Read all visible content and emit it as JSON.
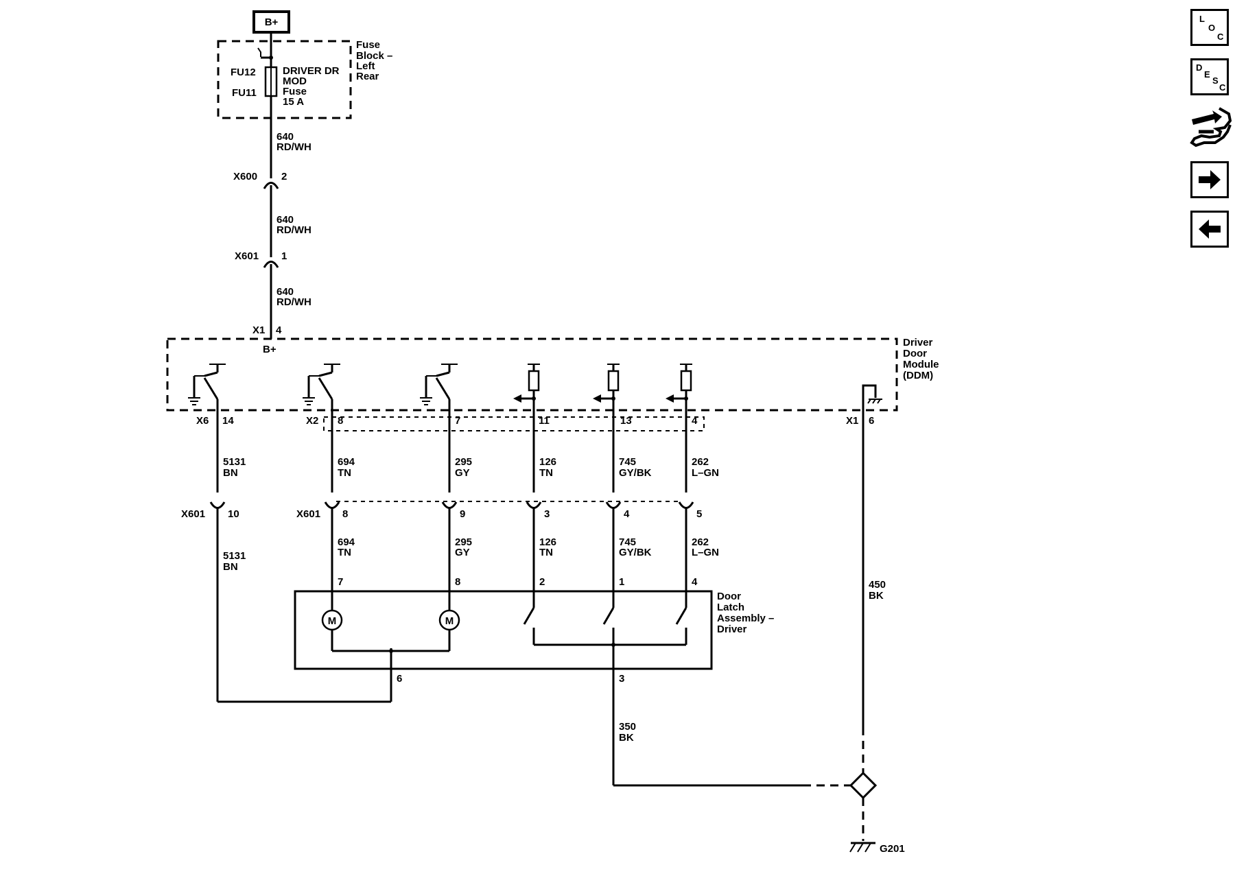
{
  "power": {
    "source": "B+"
  },
  "fuse_block": {
    "label_lines": [
      "Fuse",
      "Block –",
      "Left",
      "Rear"
    ],
    "fuse_ids": [
      "FU12",
      "FU11"
    ],
    "fuse_desc_lines": [
      "DRIVER DR",
      "MOD",
      "Fuse",
      "15 A"
    ]
  },
  "wires": {
    "feed_1": [
      "640",
      "RD/WH"
    ],
    "feed_2": [
      "640",
      "RD/WH"
    ],
    "feed_3": [
      "640",
      "RD/WH"
    ],
    "w5131_a": [
      "5131",
      "BN"
    ],
    "w5131_b": [
      "5131",
      "BN"
    ],
    "w694_a": [
      "694",
      "TN"
    ],
    "w694_b": [
      "694",
      "TN"
    ],
    "w295_a": [
      "295",
      "GY"
    ],
    "w295_b": [
      "295",
      "GY"
    ],
    "w126_a": [
      "126",
      "TN"
    ],
    "w126_b": [
      "126",
      "TN"
    ],
    "w745_a": [
      "745",
      "GY/BK"
    ],
    "w745_b": [
      "745",
      "GY/BK"
    ],
    "w262_a": [
      "262",
      "L–GN"
    ],
    "w262_b": [
      "262",
      "L–GN"
    ],
    "w450": [
      "450",
      "BK"
    ],
    "w350": [
      "350",
      "BK"
    ]
  },
  "connectors": {
    "x600": {
      "name": "X600",
      "pin": "2"
    },
    "x601_top": {
      "name": "X601",
      "pin": "1"
    },
    "x1_top": {
      "name": "X1",
      "pin": "4"
    },
    "b_plus_pin": "B+",
    "x6": {
      "name": "X6",
      "pin": "14"
    },
    "x2": {
      "name": "X2",
      "pins": [
        "8",
        "7",
        "11",
        "13",
        "4"
      ]
    },
    "x1_gnd": {
      "name": "X1",
      "pin": "6"
    },
    "x601_mid": {
      "name": "X601",
      "pin_5131": "10",
      "pins": [
        "8",
        "9",
        "3",
        "4",
        "5"
      ]
    },
    "latch_pins": [
      "7",
      "8",
      "2",
      "1",
      "4"
    ],
    "latch_pin_6": "6",
    "latch_pin_3": "3"
  },
  "module": {
    "label_lines": [
      "Driver",
      "Door",
      "Module",
      "(DDM)"
    ]
  },
  "latch": {
    "label_lines": [
      "Door",
      "Latch",
      "Assembly –",
      "Driver"
    ],
    "motor_glyph": "M"
  },
  "ground": {
    "name": "G201"
  },
  "sidebar": {
    "loc": [
      "L",
      "O",
      "C"
    ],
    "desc": [
      "D",
      "E",
      "S",
      "C"
    ],
    "icons": [
      "connector-end-view-icon",
      "arrow-right-icon",
      "arrow-left-icon"
    ]
  }
}
